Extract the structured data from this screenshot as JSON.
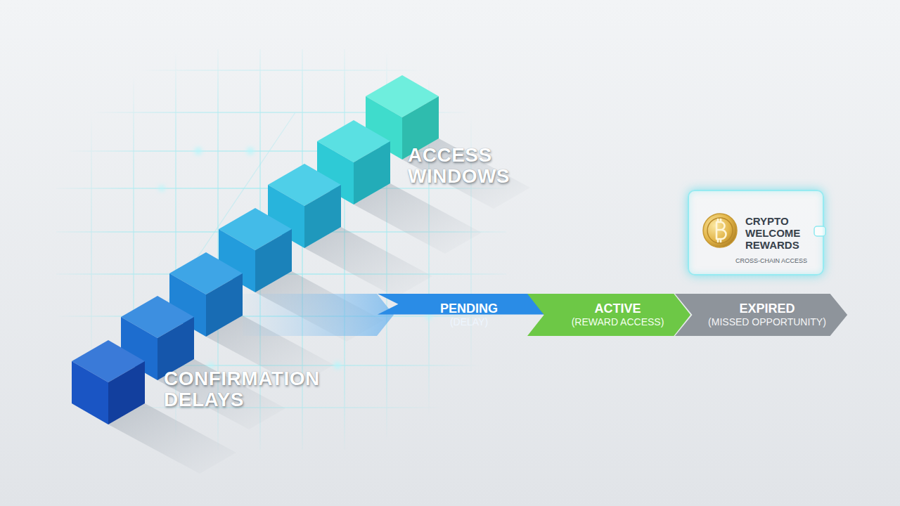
{
  "diagram": {
    "nodes": [
      {
        "text": [
          "CRYPTO WELCOME REWARDS",
          "CROSS-CHAIN ACCESS"
        ]
      },
      {
        "text": [
          "PENDING",
          "(DELAY)"
        ]
      },
      {
        "text": [
          "ACTIVE",
          "(REWARD ACCESS)"
        ]
      },
      {
        "text": [
          "EXPIRED",
          "(MISSED OPPORTUNITY)"
        ]
      }
    ],
    "labels": [
      "ACCESS WINDOWS",
      "CONFIRMATION DELAYS"
    ]
  }
}
